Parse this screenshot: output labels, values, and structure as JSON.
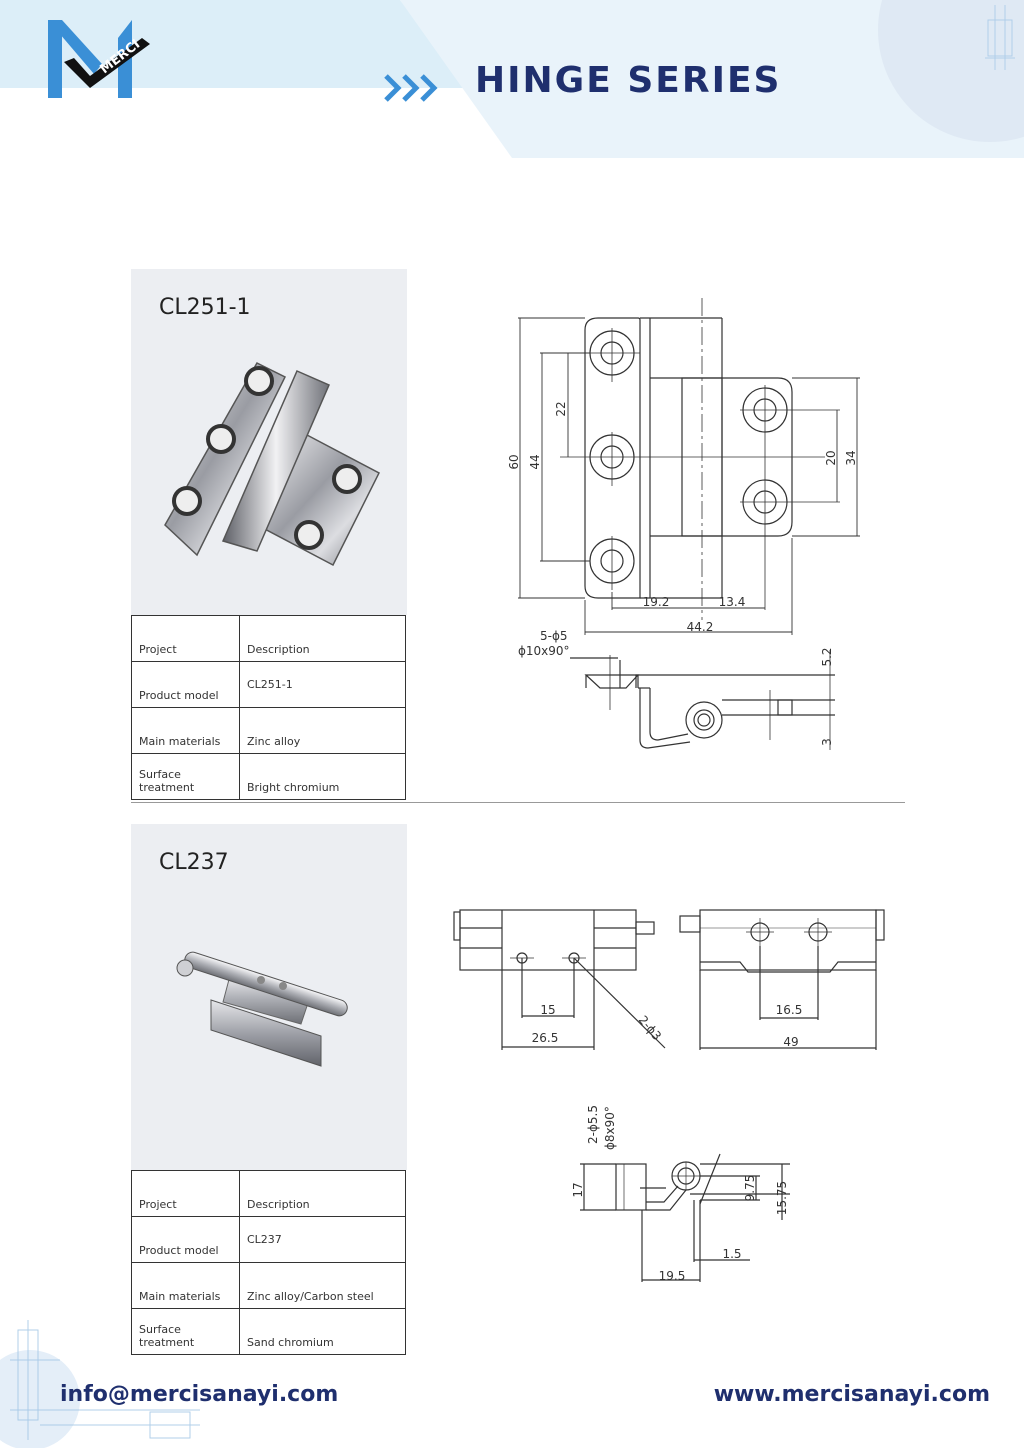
{
  "header": {
    "title": "HINGE SERIES",
    "logo_text": "MERCI",
    "colors": {
      "navy": "#1f2f6e",
      "light_blue": "#dceef8",
      "accent_blue": "#3a8fd6"
    }
  },
  "products": [
    {
      "model_title": "CL251-1",
      "specs": {
        "project_label": "Project",
        "description_label": "Description",
        "model_label": "Product model",
        "model_value": "CL251-1",
        "materials_label": "Main materials",
        "materials_value": "Zinc alloy",
        "surface_label": "Surface treatment",
        "surface_value": "Bright chromium"
      },
      "dimensions": {
        "d60": "60",
        "d44": "44",
        "d22": "22",
        "d20": "20",
        "d34": "34",
        "d19_2": "19.2",
        "d13_4": "13.4",
        "d44_2": "44.2",
        "holes": "5-ϕ5",
        "countersink": "ϕ10x90°",
        "d5_2": "5.2",
        "d3": "3"
      }
    },
    {
      "model_title": "CL237",
      "specs": {
        "project_label": "Project",
        "description_label": "Description",
        "model_label": "Product model",
        "model_value": "CL237",
        "materials_label": "Main materials",
        "materials_value": "Zinc alloy/Carbon steel",
        "surface_label": "Surface treatment",
        "surface_value": "Sand chromium"
      },
      "dimensions": {
        "d15": "15",
        "d26_5": "26.5",
        "holes": "2-ϕ3",
        "d16_5": "16.5",
        "d49": "49",
        "side_holes": "2-ϕ5.5",
        "side_countersink": "ϕ8x90°",
        "d17": "17",
        "d9_75": "9.75",
        "d15_75": "15.75",
        "d1_5": "1.5",
        "d19_5": "19.5"
      }
    }
  ],
  "footer": {
    "email": "info@mercisanayi.com",
    "website": "www.mercisanayi.com"
  }
}
